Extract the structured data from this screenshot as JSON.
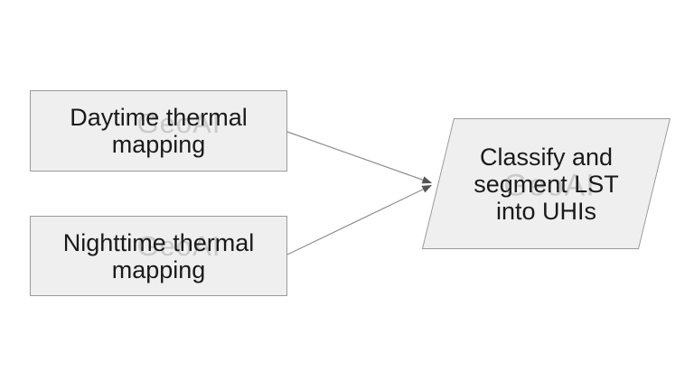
{
  "diagram": {
    "background_color": "#ffffff",
    "watermark": {
      "text": "GeoAI",
      "color": "#c6c6c6"
    },
    "colors": {
      "shape_fill": "#efefef",
      "shape_border": "#9a9a9a",
      "connector_line": "#8f8f8f",
      "arrowhead": "#555555",
      "label_text": "#1a1a1a"
    },
    "nodes": [
      {
        "id": "daytime",
        "shape": "rectangle",
        "label": "Daytime thermal\nmapping"
      },
      {
        "id": "nighttime",
        "shape": "rectangle",
        "label": "Nighttime thermal\nmapping"
      },
      {
        "id": "classify",
        "shape": "parallelogram",
        "label": "Classify and\nsegment LST\ninto UHIs"
      }
    ],
    "connectors": [
      {
        "from": "daytime",
        "to": "classify",
        "style": "arrow"
      },
      {
        "from": "nighttime",
        "to": "classify",
        "style": "arrow"
      }
    ]
  }
}
